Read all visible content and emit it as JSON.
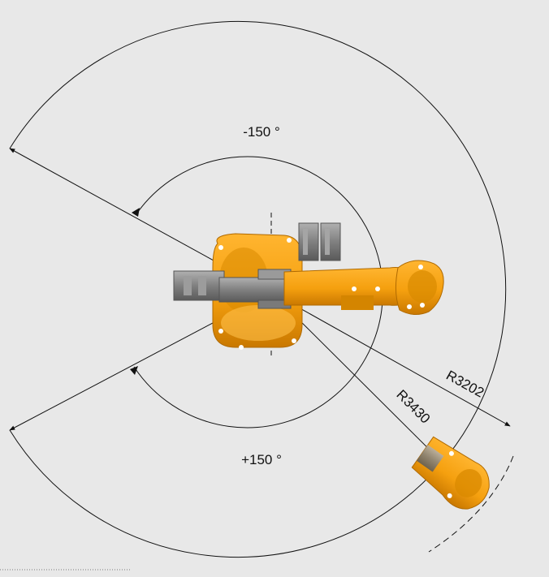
{
  "labels": {
    "angle_negative": "-150 °",
    "angle_positive": "+150 °",
    "radius_inner": "R3202",
    "radius_outer": "R3430"
  },
  "colors": {
    "background": "#e8e8e8",
    "robot_orange": "#f5a00f",
    "robot_orange_dark": "#c97800",
    "motor_gray": "#8a8a8a",
    "line": "#111111"
  }
}
